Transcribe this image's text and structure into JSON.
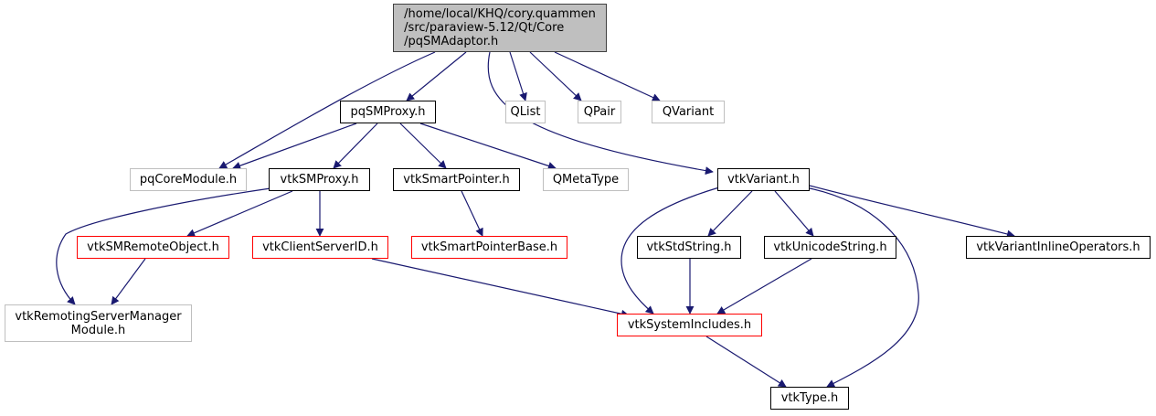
{
  "graph": {
    "title": "Include dependency graph for pqSMAdaptor.h",
    "edge_color": "#191970",
    "legend_colors": {
      "root_fill": "#bfbfbf",
      "documented_border": "#000000",
      "undocumented_border": "#bfbfbf",
      "truncated_border": "#ff0000"
    },
    "nodes": [
      {
        "id": "root",
        "label": "/home/local/KHQ/cory.quammen\n/src/paraview-5.12/Qt/Core\n/pqSMAdaptor.h",
        "kind": "root"
      },
      {
        "id": "pqSMProxy",
        "label": "pqSMProxy.h",
        "kind": "std"
      },
      {
        "id": "QList",
        "label": "QList",
        "kind": "ext"
      },
      {
        "id": "QPair",
        "label": "QPair",
        "kind": "ext"
      },
      {
        "id": "QVariant",
        "label": "QVariant",
        "kind": "ext"
      },
      {
        "id": "pqCoreModule",
        "label": "pqCoreModule.h",
        "kind": "ext"
      },
      {
        "id": "vtkSMProxy",
        "label": "vtkSMProxy.h",
        "kind": "std"
      },
      {
        "id": "vtkSmartPointer",
        "label": "vtkSmartPointer.h",
        "kind": "std"
      },
      {
        "id": "QMetaType",
        "label": "QMetaType",
        "kind": "ext"
      },
      {
        "id": "vtkVariant",
        "label": "vtkVariant.h",
        "kind": "std"
      },
      {
        "id": "vtkSMRemoteObject",
        "label": "vtkSMRemoteObject.h",
        "kind": "red"
      },
      {
        "id": "vtkClientServerID",
        "label": "vtkClientServerID.h",
        "kind": "red"
      },
      {
        "id": "vtkSmartPointerBase",
        "label": "vtkSmartPointerBase.h",
        "kind": "red"
      },
      {
        "id": "vtkStdString",
        "label": "vtkStdString.h",
        "kind": "std"
      },
      {
        "id": "vtkUnicodeString",
        "label": "vtkUnicodeString.h",
        "kind": "std"
      },
      {
        "id": "vtkVariantInlineOperators",
        "label": "vtkVariantInlineOperators.h",
        "kind": "std"
      },
      {
        "id": "vtkRemotingServerManagerModule",
        "label": "vtkRemotingServerManager\nModule.h",
        "kind": "ext"
      },
      {
        "id": "vtkSystemIncludes",
        "label": "vtkSystemIncludes.h",
        "kind": "red"
      },
      {
        "id": "vtkType",
        "label": "vtkType.h",
        "kind": "std"
      }
    ],
    "edges": [
      [
        "root",
        "pqCoreModule"
      ],
      [
        "root",
        "pqSMProxy"
      ],
      [
        "root",
        "QList"
      ],
      [
        "root",
        "QPair"
      ],
      [
        "root",
        "QVariant"
      ],
      [
        "root",
        "vtkVariant"
      ],
      [
        "pqSMProxy",
        "pqCoreModule"
      ],
      [
        "pqSMProxy",
        "vtkSMProxy"
      ],
      [
        "pqSMProxy",
        "vtkSmartPointer"
      ],
      [
        "pqSMProxy",
        "QMetaType"
      ],
      [
        "vtkSMProxy",
        "vtkRemotingServerManagerModule"
      ],
      [
        "vtkSMProxy",
        "vtkSMRemoteObject"
      ],
      [
        "vtkSMProxy",
        "vtkClientServerID"
      ],
      [
        "vtkSMRemoteObject",
        "vtkRemotingServerManagerModule"
      ],
      [
        "vtkSmartPointer",
        "vtkSmartPointerBase"
      ],
      [
        "vtkClientServerID",
        "vtkSystemIncludes"
      ],
      [
        "vtkVariant",
        "vtkSystemIncludes"
      ],
      [
        "vtkVariant",
        "vtkStdString"
      ],
      [
        "vtkVariant",
        "vtkUnicodeString"
      ],
      [
        "vtkVariant",
        "vtkType"
      ],
      [
        "vtkVariant",
        "vtkVariantInlineOperators"
      ],
      [
        "vtkStdString",
        "vtkSystemIncludes"
      ],
      [
        "vtkUnicodeString",
        "vtkSystemIncludes"
      ],
      [
        "vtkSystemIncludes",
        "vtkType"
      ]
    ]
  }
}
